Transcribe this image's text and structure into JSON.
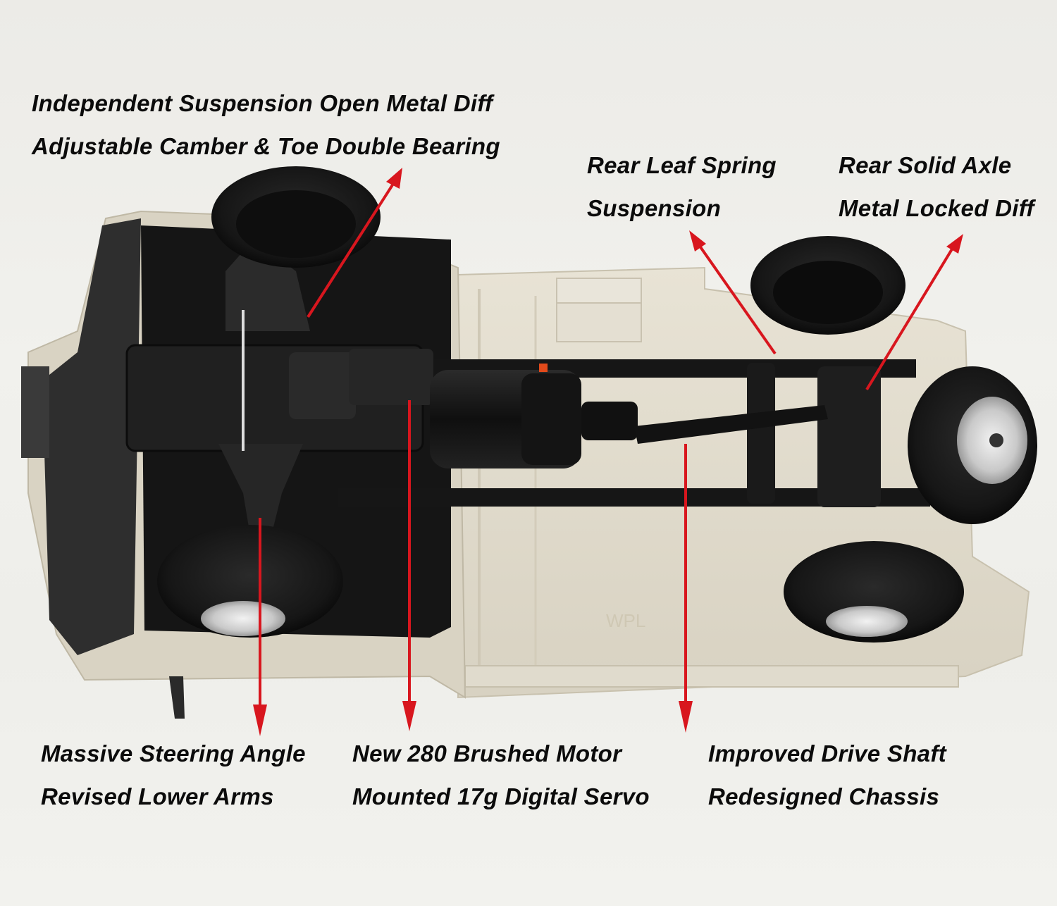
{
  "product": {
    "description": "RC pickup truck chassis underside feature diagram",
    "logo_text": "WPL"
  },
  "callouts": [
    {
      "id": "front-suspension",
      "lines": [
        "Independent Suspension Open Metal Diff",
        "Adjustable Camber & Toe Double Bearing"
      ]
    },
    {
      "id": "rear-leaf-spring",
      "lines": [
        "Rear Leaf Spring",
        "Suspension"
      ]
    },
    {
      "id": "rear-axle",
      "lines": [
        "Rear Solid Axle",
        "Metal Locked Diff"
      ]
    },
    {
      "id": "steering",
      "lines": [
        "Massive Steering Angle",
        "Revised Lower Arms"
      ]
    },
    {
      "id": "motor-servo",
      "lines": [
        "New 280 Brushed Motor",
        "Mounted 17g Digital Servo"
      ]
    },
    {
      "id": "drive-shaft",
      "lines": [
        "Improved Drive Shaft",
        "Redesigned Chassis"
      ]
    }
  ],
  "colors": {
    "arrow": "#d8161e",
    "text": "#0b0b0b",
    "body_shell": "#e4dfd0",
    "chassis": "#1c1c1c"
  }
}
